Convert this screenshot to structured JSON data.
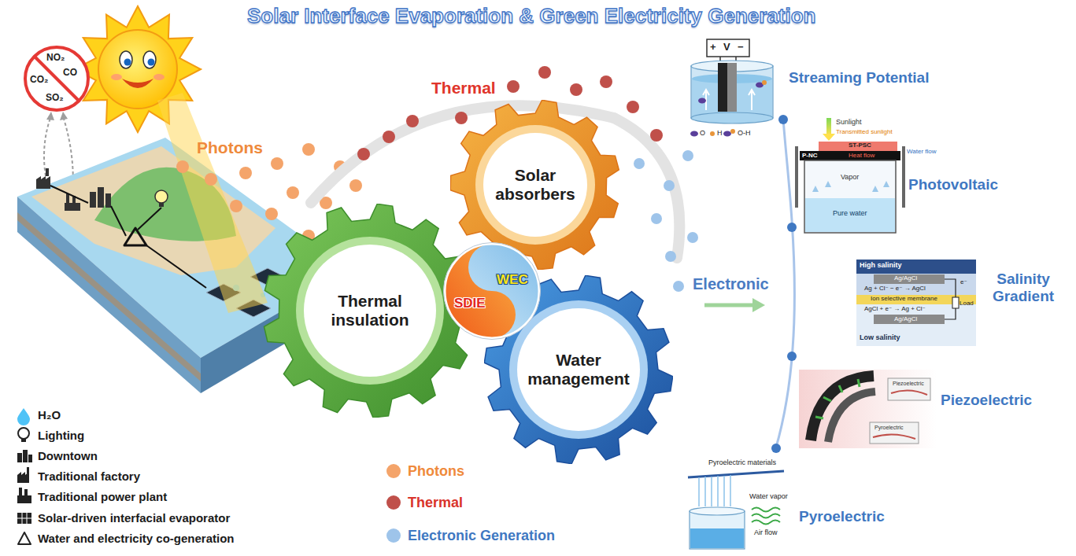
{
  "diagram": {
    "title": "Solar Interface Evaporation & Green Electricity Generation",
    "nodes": [
      {
        "text": [
          "Thermal insulation"
        ]
      },
      {
        "text": [
          "Solar absorbers"
        ]
      },
      {
        "text": [
          "SDIE",
          "WEC"
        ]
      },
      {
        "text": [
          "Water management"
        ]
      },
      {
        "text": [
          "Streaming Potential"
        ]
      },
      {
        "text": [
          "Photovoltaic"
        ]
      },
      {
        "text": [
          "Salinity Gradient"
        ]
      },
      {
        "text": [
          "Piezoelectric"
        ]
      },
      {
        "text": [
          "Pyroelectric"
        ]
      }
    ],
    "labels": [
      "NO₂",
      "CO₂",
      "CO",
      "SO₂",
      "Photons",
      "Thermal",
      "Electronic",
      "+",
      "V",
      "−",
      "O",
      "H",
      "O-H",
      "Sunlight",
      "Transmitted sunlight",
      "ST-PSC",
      "P-NC",
      "Heat flow",
      "Water flow",
      "Vapor",
      "Pure water",
      "High salinity",
      "Ag/AgCl",
      "Ag + Cl⁻ − e⁻ → AgCl",
      "Ion selective membrane",
      "e⁻",
      "Load",
      "AgCl + e⁻ → Ag + Cl⁻",
      "Ag/AgCl",
      "Low salinity",
      "Piezoelectric",
      "Pyroelectric",
      "Pyroelectric materials",
      "Water vapor",
      "Air flow"
    ],
    "legend": [
      {
        "text": "H₂O"
      },
      {
        "text": "Lighting"
      },
      {
        "text": "Downtown"
      },
      {
        "text": "Traditional factory"
      },
      {
        "text": "Traditional power plant"
      },
      {
        "text": "Solar-driven interfacial evaporator"
      },
      {
        "text": "Water and electricity co-generation"
      },
      {
        "text": "Photons",
        "color": "#f4a46a"
      },
      {
        "text": "Thermal",
        "color": "#c0504a"
      },
      {
        "text": "Electronic Generation",
        "color": "#9ec4ea"
      }
    ]
  }
}
